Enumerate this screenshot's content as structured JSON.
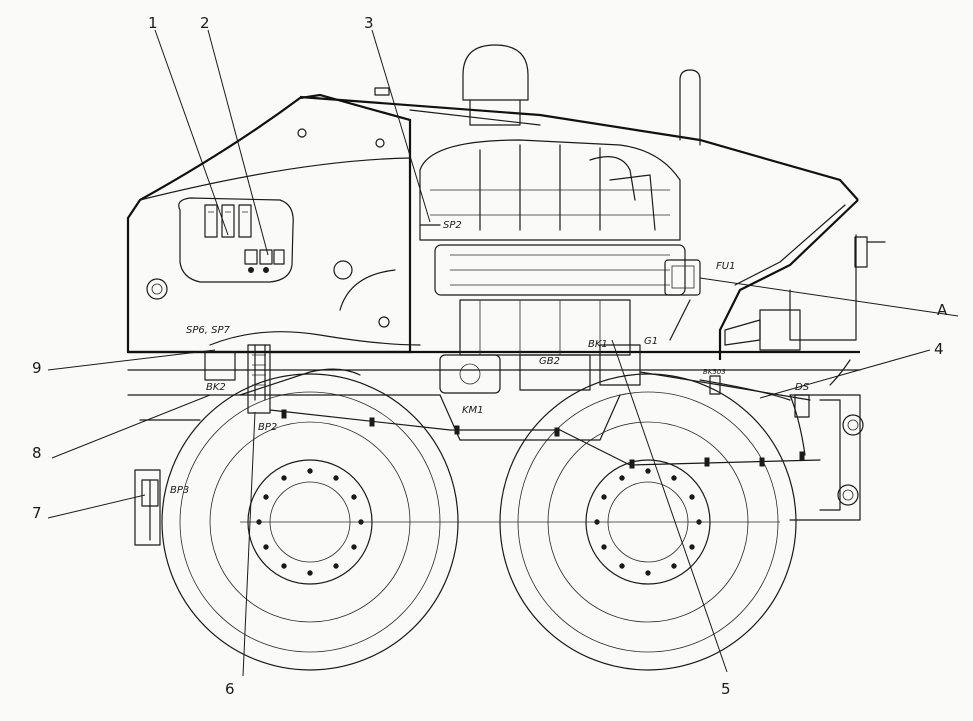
{
  "callouts": {
    "c1": "1",
    "c2": "2",
    "c3": "3",
    "c4": "4",
    "c5": "5",
    "c6": "6",
    "c7": "7",
    "c8": "8",
    "c9": "9",
    "cA": "A"
  },
  "component_labels": {
    "sp2": "SP2",
    "sp6_sp7": "SP6, SP7",
    "bk2": "BK2",
    "bp2": "BP2",
    "bp3": "BP3",
    "fu1": "FU1",
    "gb2": "GB2",
    "bk1": "BK1",
    "g1": "G1",
    "km1": "KM1",
    "bk503": "BK503",
    "ds": "DS"
  },
  "colors": {
    "line": "#1a1a1a",
    "background": "#fafaf8"
  }
}
